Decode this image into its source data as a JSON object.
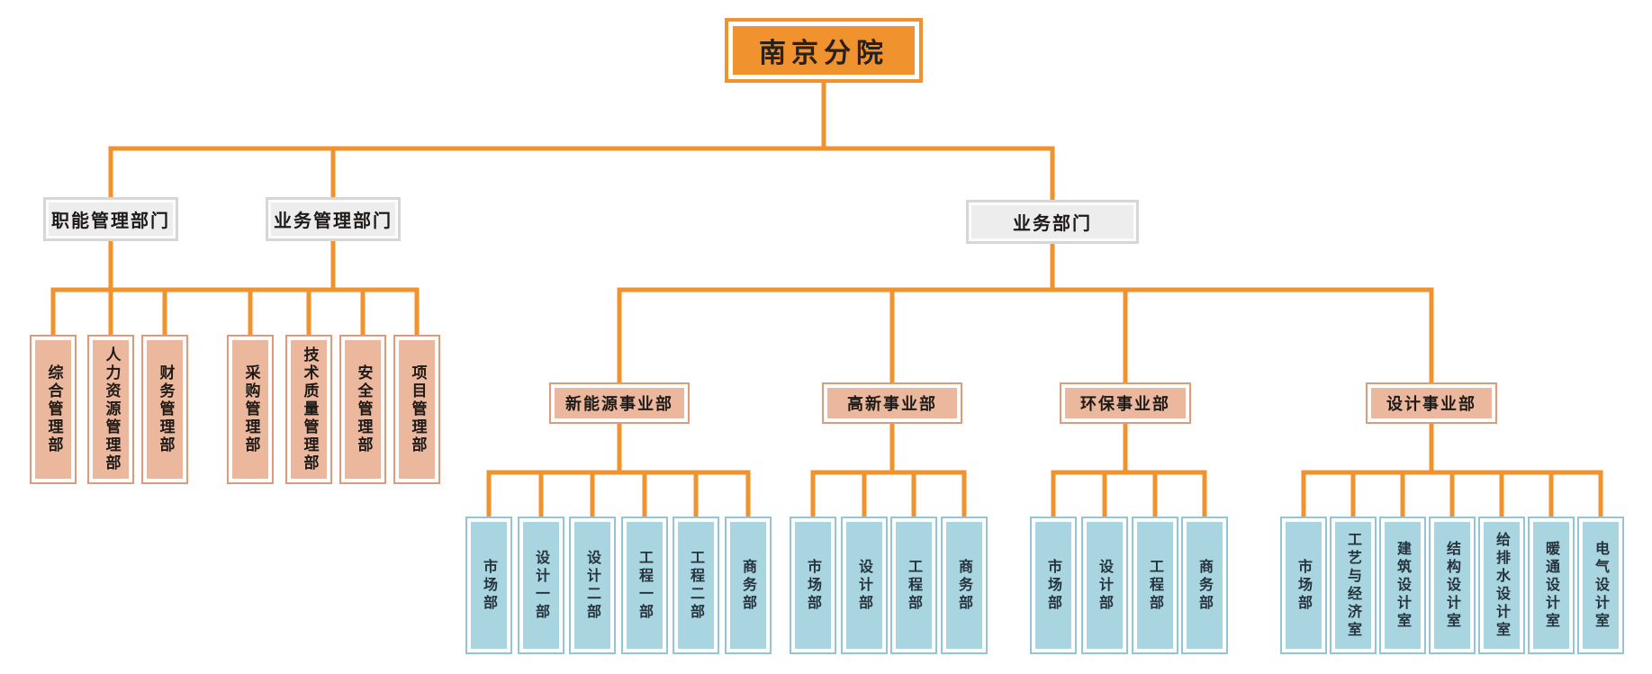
{
  "org": {
    "root": {
      "label": "南京分院"
    },
    "groups": [
      {
        "label": "职能管理部门",
        "children": [
          "综合管理部",
          "人力资源管理部",
          "财务管理部"
        ]
      },
      {
        "label": "业务管理部门",
        "children": [
          "采购管理部",
          "技术质量管理部",
          "安全管理部",
          "项目管理部"
        ]
      },
      {
        "label": "业务部门",
        "children": [
          {
            "label": "新能源事业部",
            "children": [
              "市场部",
              "设计一部",
              "设计二部",
              "工程一部",
              "工程二部",
              "商务部"
            ]
          },
          {
            "label": "高新事业部",
            "children": [
              "市场部",
              "设计部",
              "工程部",
              "商务部"
            ]
          },
          {
            "label": "环保事业部",
            "children": [
              "市场部",
              "设计部",
              "工程部",
              "商务部"
            ]
          },
          {
            "label": "设计事业部",
            "children": [
              "市场部",
              "工艺与经济室",
              "建筑设计室",
              "结构设计室",
              "给排水设计室",
              "暖通设计室",
              "电气设计室"
            ]
          }
        ]
      }
    ]
  },
  "colors": {
    "line": "#F0922D",
    "root_fill": "#F0922D",
    "gray_border": "#D6D6D6",
    "gray_fill": "#EDEDED",
    "peach_border": "#E09A79",
    "peach_fill": "#EBB79D",
    "blue_border": "#92C5D5",
    "blue_fill": "#A9D5E0",
    "blue_text": "#25333D",
    "text": "#1E1A17"
  }
}
